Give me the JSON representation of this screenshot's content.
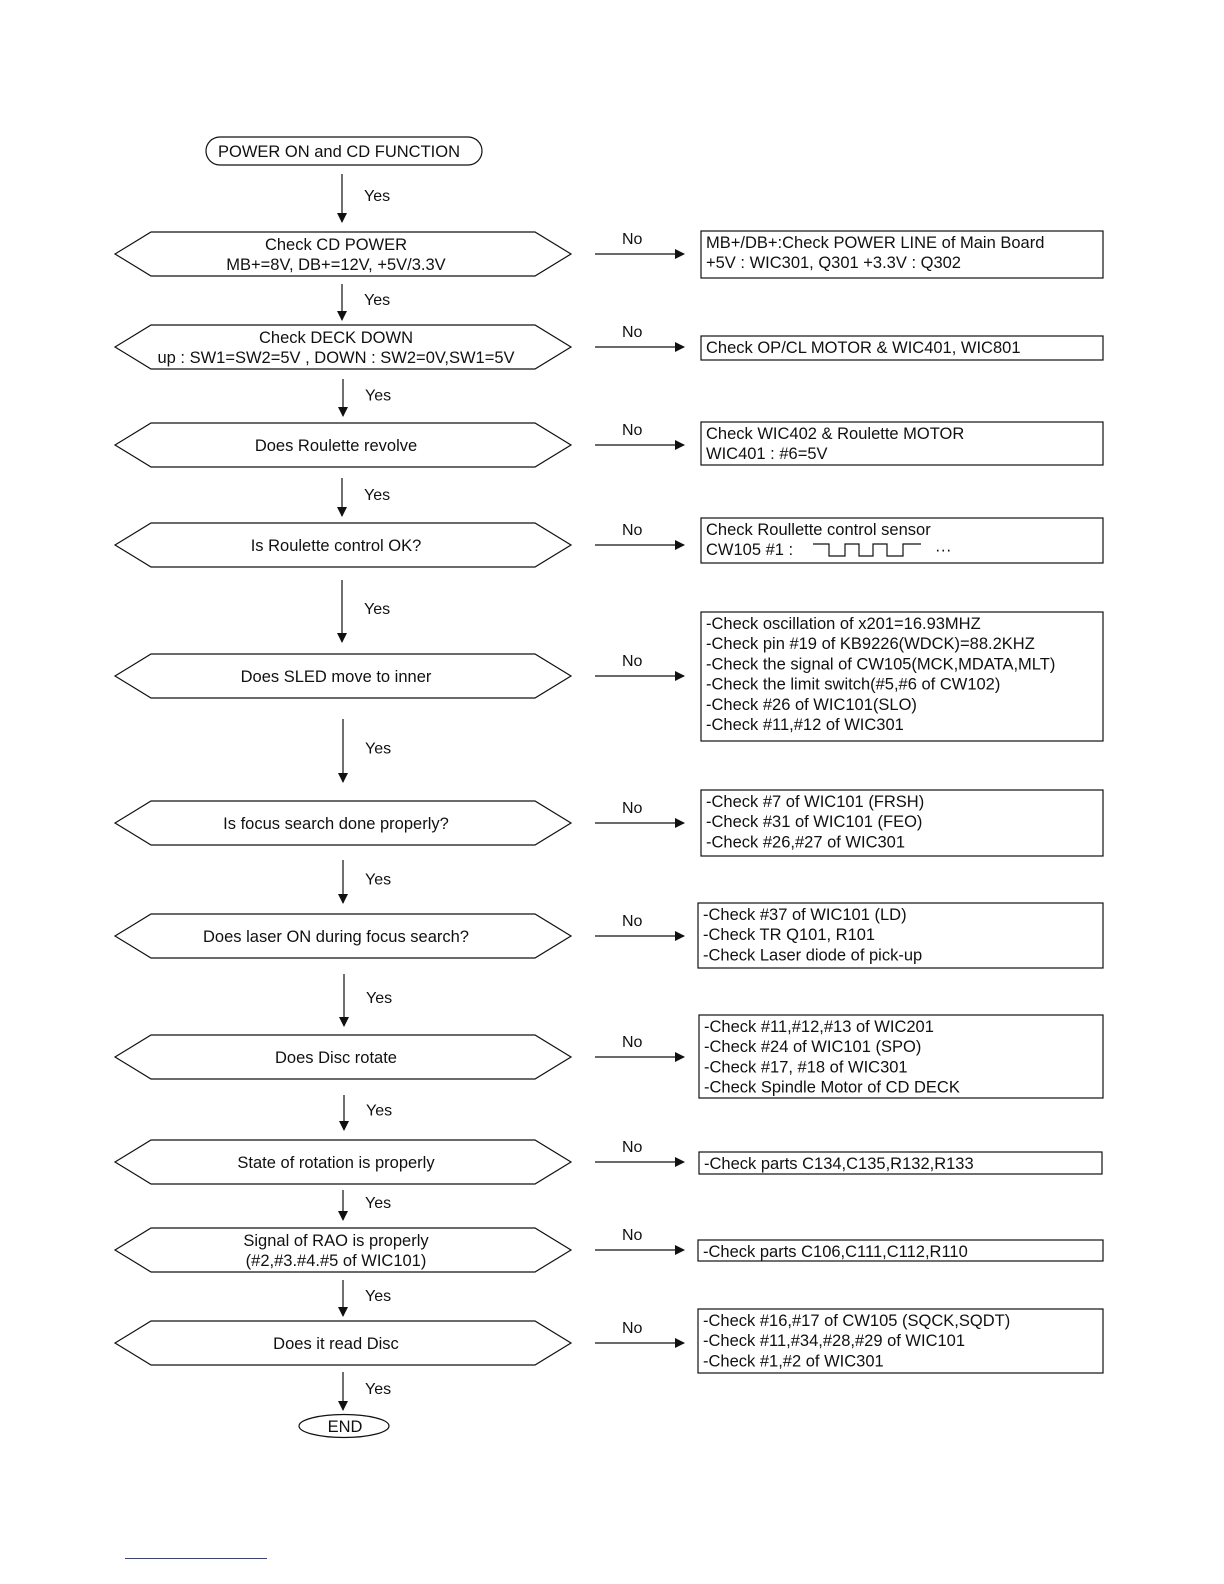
{
  "start": {
    "label": "POWER ON and CD FUNCTION"
  },
  "end": {
    "label": "END"
  },
  "yes_label": "Yes",
  "no_label": "No",
  "steps": [
    {
      "decision": [
        "Check CD POWER",
        "MB+=8V, DB+=12V, +5V/3.3V"
      ],
      "action": [
        "MB+/DB+:Check POWER LINE of Main Board",
        "+5V : WIC301, Q301     +3.3V : Q302"
      ]
    },
    {
      "decision": [
        "Check DECK DOWN",
        "up : SW1=SW2=5V , DOWN : SW2=0V,SW1=5V"
      ],
      "action": [
        "Check OP/CL MOTOR & WIC401, WIC801"
      ]
    },
    {
      "decision": [
        "Does Roulette revolve"
      ],
      "action": [
        "Check WIC402 & Roulette MOTOR",
        "WIC401 : #6=5V"
      ]
    },
    {
      "decision": [
        "Is Roulette control OK?"
      ],
      "action": [
        "Check Roullette control sensor",
        "CW105 #1 :"
      ],
      "action_extra": "···"
    },
    {
      "decision": [
        "Does SLED move to inner"
      ],
      "action": [
        "-Check oscillation of x201=16.93MHZ",
        "-Check pin #19 of KB9226(WDCK)=88.2KHZ",
        "-Check the signal of CW105(MCK,MDATA,MLT)",
        "-Check the limit switch(#5,#6 of CW102)",
        "-Check #26 of WIC101(SLO)",
        "-Check #11,#12 of WIC301"
      ]
    },
    {
      "decision": [
        "Is focus search done properly?"
      ],
      "action": [
        "-Check #7 of WIC101 (FRSH)",
        "-Check #31 of WIC101 (FEO)",
        "-Check #26,#27 of WIC301"
      ]
    },
    {
      "decision": [
        "Does laser ON during focus search?"
      ],
      "action": [
        "-Check #37 of WIC101 (LD)",
        "-Check TR Q101, R101",
        "-Check Laser diode of pick-up"
      ]
    },
    {
      "decision": [
        "Does Disc rotate"
      ],
      "action": [
        "-Check #11,#12,#13 of WIC201",
        "-Check #24 of WIC101 (SPO)",
        "-Check #17, #18 of WIC301",
        "-Check Spindle Motor of CD DECK"
      ]
    },
    {
      "decision": [
        "State of rotation is properly"
      ],
      "action": [
        "-Check parts C134,C135,R132,R133"
      ]
    },
    {
      "decision": [
        "Signal of RAO is properly",
        "(#2,#3.#4.#5 of WIC101)"
      ],
      "action": [
        "-Check parts C106,C111,C112,R110"
      ]
    },
    {
      "decision": [
        "Does it read Disc"
      ],
      "action": [
        "-Check #16,#17 of CW105 (SQCK,SQDT)",
        "-Check #11,#34,#28,#29 of WIC101",
        "-Check #1,#2 of WIC301"
      ]
    }
  ]
}
